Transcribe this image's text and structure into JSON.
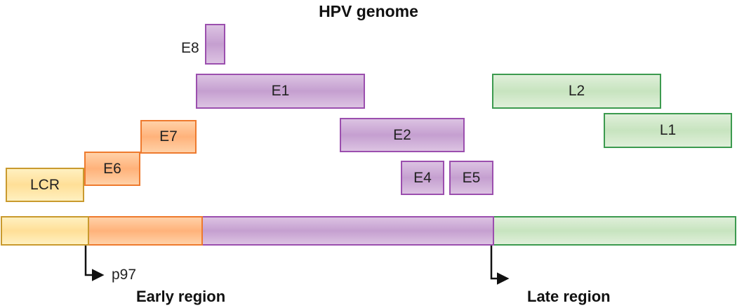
{
  "title": "HPV genome",
  "genes": {
    "e8": "E8",
    "e1": "E1",
    "e2": "E2",
    "e4": "E4",
    "e5": "E5",
    "e6": "E6",
    "e7": "E7",
    "lcr": "LCR",
    "l1": "L1",
    "l2": "L2"
  },
  "promoter": "p97",
  "regions": {
    "early": "Early region",
    "late": "Late region"
  },
  "colors": {
    "early_purple": "#c59fd0",
    "late_green": "#c7e4bf",
    "oncogene_orange": "#ffb27a",
    "lcr_yellow": "#ffdf97"
  }
}
